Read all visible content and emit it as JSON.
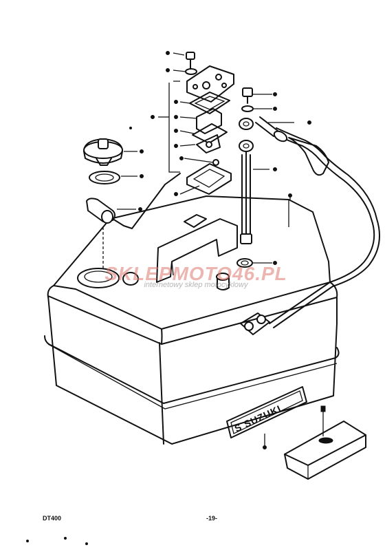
{
  "footer": {
    "model": "DT400",
    "page": "-19-"
  },
  "watermark": {
    "main": "SKLEPMOTO46.PL",
    "sub": "internetowy sklep motocyklowy"
  },
  "emblem": {
    "brand": "S SUZUKI"
  },
  "icons": [
    "bolt-icon",
    "washer-icon",
    "fuel-cock-icon",
    "filler-cap-icon",
    "fuel-tank-icon",
    "fuel-line-icon",
    "emblem-icon",
    "tool-bag-icon"
  ]
}
